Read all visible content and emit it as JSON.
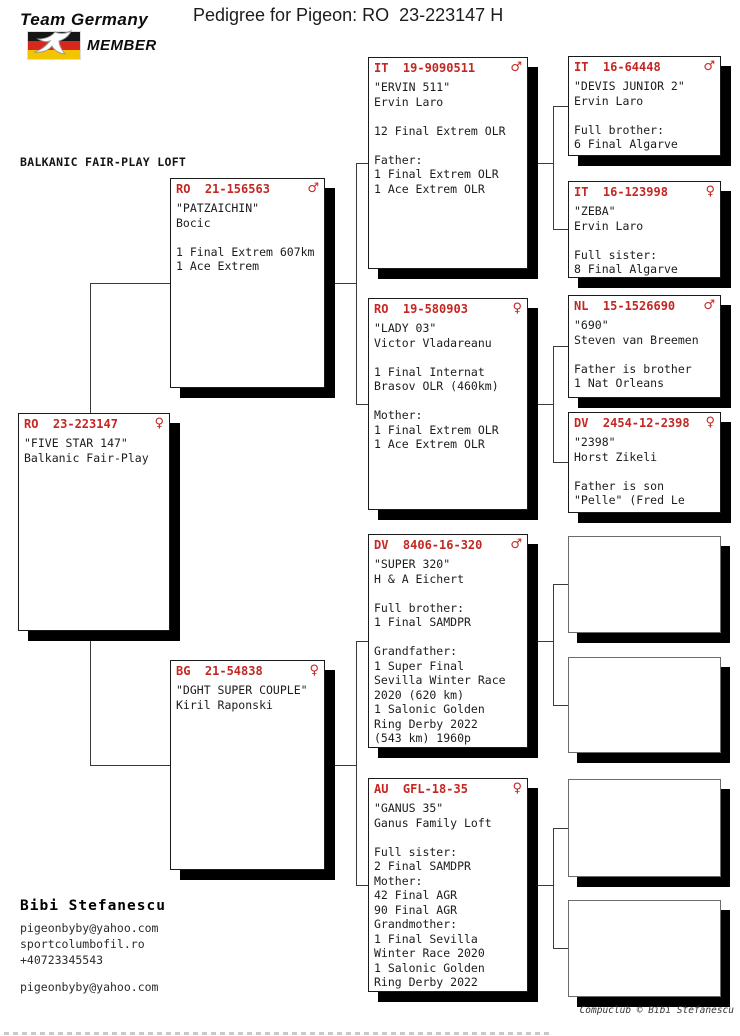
{
  "header": {
    "logo_line1": "Team Germany",
    "logo_member": "MEMBER",
    "title": "Pedigree for Pigeon: RO  23-223147 H"
  },
  "loft_label": "BALKANIC FAIR-PLAY LOFT",
  "colors": {
    "ring_red": "#c42723",
    "flag_black": "#151515",
    "flag_red": "#d8281e",
    "flag_gold": "#f2c500",
    "shadow_black": "#000000"
  },
  "boxes": {
    "subject": {
      "ring": "RO  23-223147",
      "sex": "female",
      "sex_symbol": "♀",
      "body": "\"FIVE STAR 147\"\nBalkanic Fair-Play"
    },
    "sire": {
      "ring": "RO  21-156563",
      "sex": "male",
      "sex_symbol": "♂",
      "body": "\"PATZAICHIN\"\nBocic\n\n1 Final Extrem 607km\n1 Ace Extrem"
    },
    "dam": {
      "ring": "BG  21-54838",
      "sex": "female",
      "sex_symbol": "♀",
      "body": "\"DGHT SUPER COUPLE\"\nKiril Raponski"
    },
    "sire_sire": {
      "ring": "IT  19-9090511",
      "sex": "male",
      "sex_symbol": "♂",
      "body": "\"ERVIN 511\"\nErvin Laro\n\n12 Final Extrem OLR\n\nFather:\n1 Final Extrem OLR\n1 Ace Extrem OLR"
    },
    "sire_dam": {
      "ring": "RO  19-580903",
      "sex": "female",
      "sex_symbol": "♀",
      "body": "\"LADY 03\"\nVictor Vladareanu\n\n1 Final Internat\nBrasov OLR (460km)\n\nMother:\n1 Final Extrem OLR\n1 Ace Extrem OLR"
    },
    "dam_sire": {
      "ring": "DV  8406-16-320",
      "sex": "male",
      "sex_symbol": "♂",
      "body": "\"SUPER 320\"\nH & A Eichert\n\nFull brother:\n1 Final SAMDPR\n\nGrandfather:\n1 Super Final\nSevilla Winter Race\n2020 (620 km)\n1 Salonic Golden\nRing Derby 2022\n(543 km) 1960p"
    },
    "dam_dam": {
      "ring": "AU  GFL-18-35",
      "sex": "female",
      "sex_symbol": "♀",
      "body": "\"GANUS 35\"\nGanus Family Loft\n\nFull sister:\n2 Final SAMDPR\nMother:\n42 Final AGR\n90 Final AGR\nGrandmother:\n1 Final Sevilla\nWinter Race 2020\n1 Salonic Golden\nRing Derby 2022"
    },
    "sire_sire_sire": {
      "ring": "IT  16-64448",
      "sex": "male",
      "sex_symbol": "♂",
      "body": "\"DEVIS JUNIOR 2\"\nErvin Laro\n\nFull brother:\n6 Final Algarve"
    },
    "sire_sire_dam": {
      "ring": "IT  16-123998",
      "sex": "female",
      "sex_symbol": "♀",
      "body": "\"ZEBA\"\nErvin Laro\n\nFull sister:\n8 Final Algarve"
    },
    "sire_dam_sire": {
      "ring": "NL  15-1526690",
      "sex": "male",
      "sex_symbol": "♂",
      "body": "\"690\"\nSteven van Breemen\n\nFather is brother\n1 Nat Orleans"
    },
    "sire_dam_dam": {
      "ring": "DV  2454-12-2398",
      "sex": "female",
      "sex_symbol": "♀",
      "body": "\"2398\"\nHorst Zikeli\n\nFather is son\n\"Pelle\" (Fred Le"
    }
  },
  "footer": {
    "name": "Bibi Stefanescu",
    "email": "pigeonbyby@yahoo.com",
    "website": "sportcolumbofil.ro",
    "phone": "+40723345543",
    "email2": "pigeonbyby@yahoo.com",
    "credit": "Compuclub © Bibi Stefanescu"
  }
}
